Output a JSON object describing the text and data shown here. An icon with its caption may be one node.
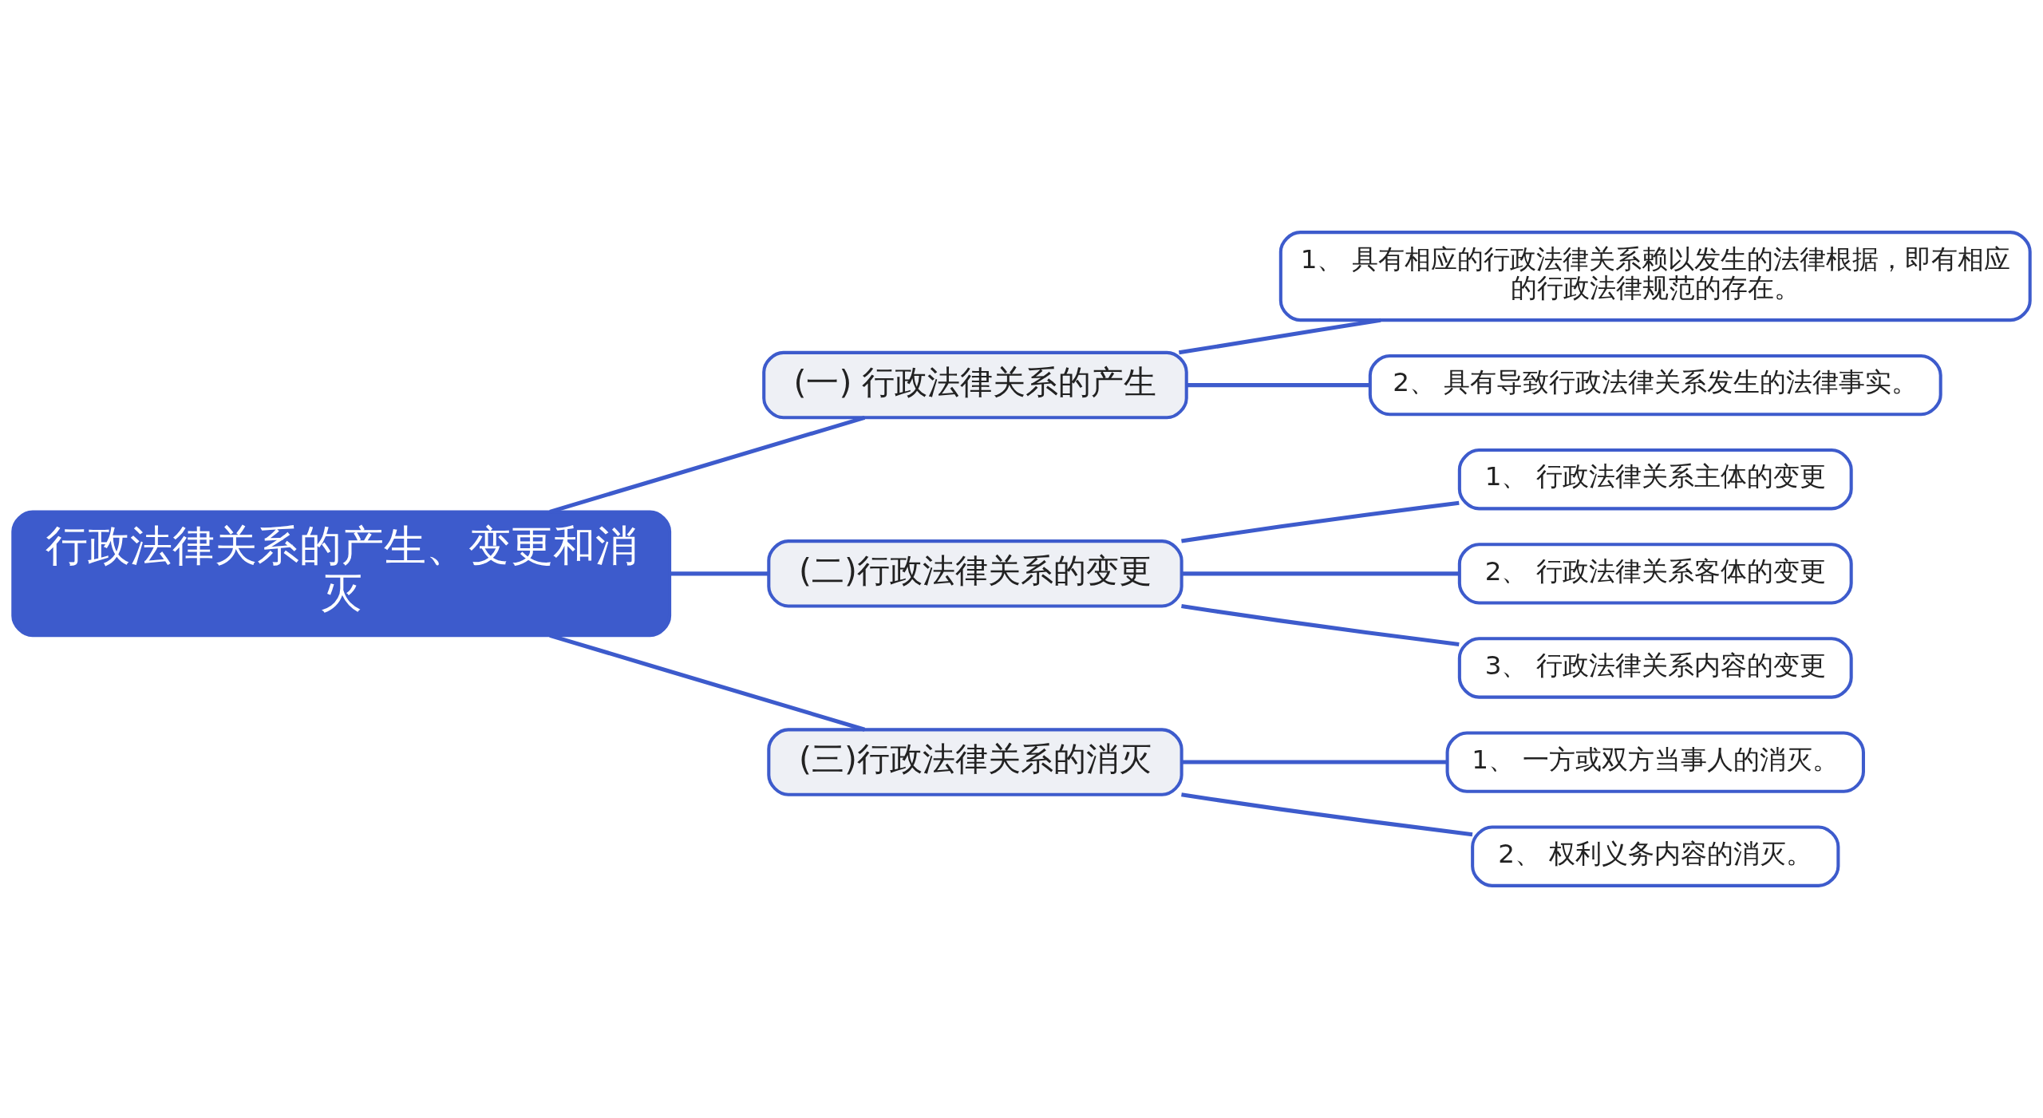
{
  "diagram": {
    "nodes": [
      {
        "text": [
          "行政法律关系的产生、变更和消灭"
        ]
      },
      {
        "text": [
          "(一) 行政法律关系的产生"
        ]
      },
      {
        "text": [
          "1、 具有相应的行政法律关系赖以发生的法律根据，即有相应的行政法律规范的存在。"
        ]
      },
      {
        "text": [
          "2、 具有导致行政法律关系发生的法律事实。"
        ]
      },
      {
        "text": [
          "(二)行政法律关系的变更"
        ]
      },
      {
        "text": [
          "1、 行政法律关系主体的变更"
        ]
      },
      {
        "text": [
          "2、 行政法律关系客体的变更"
        ]
      },
      {
        "text": [
          "3、 行政法律关系内容的变更"
        ]
      },
      {
        "text": [
          "(三)行政法律关系的消灭"
        ]
      },
      {
        "text": [
          "1、 一方或双方当事人的消灭。"
        ]
      },
      {
        "text": [
          "2、 权利义务内容的消灭。"
        ]
      }
    ],
    "edges": [
      {
        "from": 0,
        "to": 1,
        "arrow": "none"
      },
      {
        "from": 1,
        "to": 2,
        "arrow": "none"
      },
      {
        "from": 1,
        "to": 3,
        "arrow": "none"
      },
      {
        "from": 0,
        "to": 4,
        "arrow": "none"
      },
      {
        "from": 4,
        "to": 5,
        "arrow": "none"
      },
      {
        "from": 4,
        "to": 6,
        "arrow": "none"
      },
      {
        "from": 4,
        "to": 7,
        "arrow": "none"
      },
      {
        "from": 0,
        "to": 8,
        "arrow": "none"
      },
      {
        "from": 8,
        "to": 9,
        "arrow": "none"
      },
      {
        "from": 8,
        "to": 10,
        "arrow": "none"
      }
    ]
  }
}
